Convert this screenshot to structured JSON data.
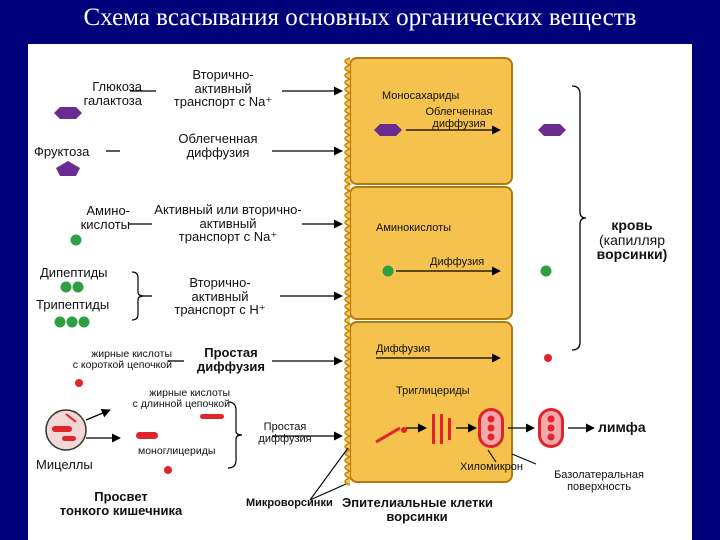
{
  "title": "Схема всасывания основных органических веществ",
  "substances": {
    "glucose": "Глюкоза",
    "galactose": "галактоза",
    "fructose": "Фруктоза",
    "amino_1": "Амино-",
    "amino_2": "кислоты",
    "dipeptides": "Дипептиды",
    "tripeptides": "Трипептиды",
    "sfa_1": "жирные кислоты",
    "sfa_2": "с короткой цепочкой",
    "lfa_1": "жирные кислоты",
    "lfa_2": "с длинной цепочкой",
    "monoglycerides": "моноглицериды",
    "micelles": "Мицеллы"
  },
  "mechanisms": {
    "m1": [
      "Вторично-",
      "активный",
      "транспорт с Na⁺"
    ],
    "m2": [
      "Облегченная",
      "диффузия"
    ],
    "m3": [
      "Активный или вторично-",
      "активный",
      "транспорт с Na⁺"
    ],
    "m4": [
      "Вторично-",
      "активный",
      "транспорт с H⁺"
    ],
    "m5": [
      "Простая",
      "диффузия"
    ],
    "m6": [
      "Простая",
      "диффузия"
    ]
  },
  "cell": {
    "monosaccharides": "Моносахариды",
    "facilitated_1": "Облегченная",
    "facilitated_2": "диффузия",
    "amino_acids": "Аминокислоты",
    "diffusion_1": "Диффузия",
    "diffusion_2": "Диффузия",
    "triglycerides": "Триглицериды"
  },
  "destinations": {
    "blood_1": "кровь",
    "blood_2": "(капилляр",
    "blood_3": "ворсинки)",
    "lymph": "лимфа"
  },
  "bottom": {
    "lumen_1": "Просвет",
    "lumen_2": "тонкого кишечника",
    "microvilli": "Микроворсинки",
    "epithelial_1": "Эпителиальные клетки",
    "epithelial_2": "ворсинки",
    "chylomicron": "Хиломикрон",
    "basolateral_1": "Базолатеральная",
    "basolateral_2": "поверхность"
  },
  "colors": {
    "background": "#00007a",
    "cell": "#f5c24d",
    "hexagon": "#6a2c91",
    "amino": "#2ea043",
    "lipid": "#e0242b"
  }
}
